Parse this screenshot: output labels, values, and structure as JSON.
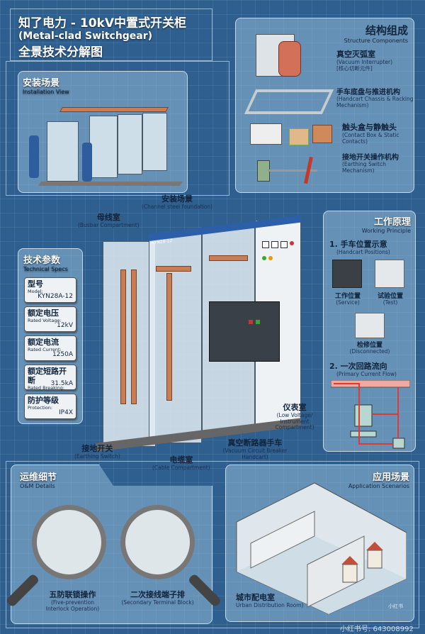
{
  "title": {
    "line1": "知了电力 - 10kV中置式开关柜",
    "line2": "(Metal-clad Switchgear)",
    "line3": "全景技术分解图"
  },
  "installation": {
    "title_zh": "安装场景",
    "title_en": "Installation View"
  },
  "structure": {
    "title_zh": "结构组成",
    "title_en": "Structure Components",
    "items": [
      {
        "zh": "真空灭弧室",
        "en": "(Vacuum Interrupter)",
        "note": "[核心切断元件]"
      },
      {
        "zh": "手车底盘与推进机构",
        "en": "(Handcart Chassis & Racking Mechanism)"
      },
      {
        "zh": "触头盒与静触头",
        "en": "(Contact Box & Static Contacts)"
      },
      {
        "zh": "接地开关操作机构",
        "en": "(Earthing Switch Mechanism)"
      }
    ]
  },
  "specs": {
    "title_zh": "技术参数",
    "title_en": "Technical Specs",
    "items": [
      {
        "zh": "型号",
        "en": "Model:",
        "value": "KYN28A-12"
      },
      {
        "zh": "额定电压",
        "en": "Rated Voltage:",
        "value": "12kV"
      },
      {
        "zh": "额定电流",
        "en": "Rated Current:",
        "value": "1250A"
      },
      {
        "zh": "额定短路开断",
        "en": "Rated Breaking:",
        "value": "31.5kA"
      },
      {
        "zh": "防护等级",
        "en": "Protection:",
        "value": "IP4X"
      }
    ]
  },
  "cabinet": {
    "nameplate": "KYN28-12",
    "labels": {
      "foundation": {
        "zh": "安装场景",
        "en": "(Channel steel foundation)"
      },
      "busbar": {
        "zh": "母线室",
        "en": "(Busbar Compartment)"
      },
      "earthing": {
        "zh": "接地开关",
        "en": "(Earthing Switch)"
      },
      "cable": {
        "zh": "电缆室",
        "en": "(Cable Compartment)"
      },
      "handcart": {
        "zh": "真空断路器手车",
        "en": "(Vacuum Circuit Breaker Handcart)"
      },
      "lv": {
        "zh": "仪表室",
        "en": "(Low Voltage/ Instrument Compartment)"
      }
    }
  },
  "principle": {
    "title_zh": "工作原理",
    "title_en": "Working Principle",
    "sec1": {
      "zh": "1. 手车位置示意",
      "en": "(Handcart Positions)"
    },
    "positions": [
      {
        "zh": "工作位置",
        "en": "(Service)"
      },
      {
        "zh": "试验位置",
        "en": "(Test)"
      },
      {
        "zh": "检修位置",
        "en": "(Disconnected)"
      }
    ],
    "sec2": {
      "zh": "2. 一次回路流向",
      "en": "(Primary Current Flow)"
    }
  },
  "om": {
    "title_zh": "运维细节",
    "title_en": "O&M Details",
    "items": [
      {
        "zh": "五防联锁操作",
        "en": "(Five-prevention Interlock Operation)"
      },
      {
        "zh": "二次接线端子排",
        "en": "(Secondary Terminal Block)"
      }
    ]
  },
  "application": {
    "title_zh": "应用场景",
    "title_en": "Application Scenarios",
    "caption_zh": "城市配电室",
    "caption_en": "Urban Distribution Room)"
  },
  "watermark": {
    "logo": "小红书",
    "id": "小红书号: 643008992"
  },
  "colors": {
    "background": "#2e5f8f",
    "panel": "#96b9d7",
    "copper": "#c87d55",
    "flow": "#e03a2f"
  }
}
